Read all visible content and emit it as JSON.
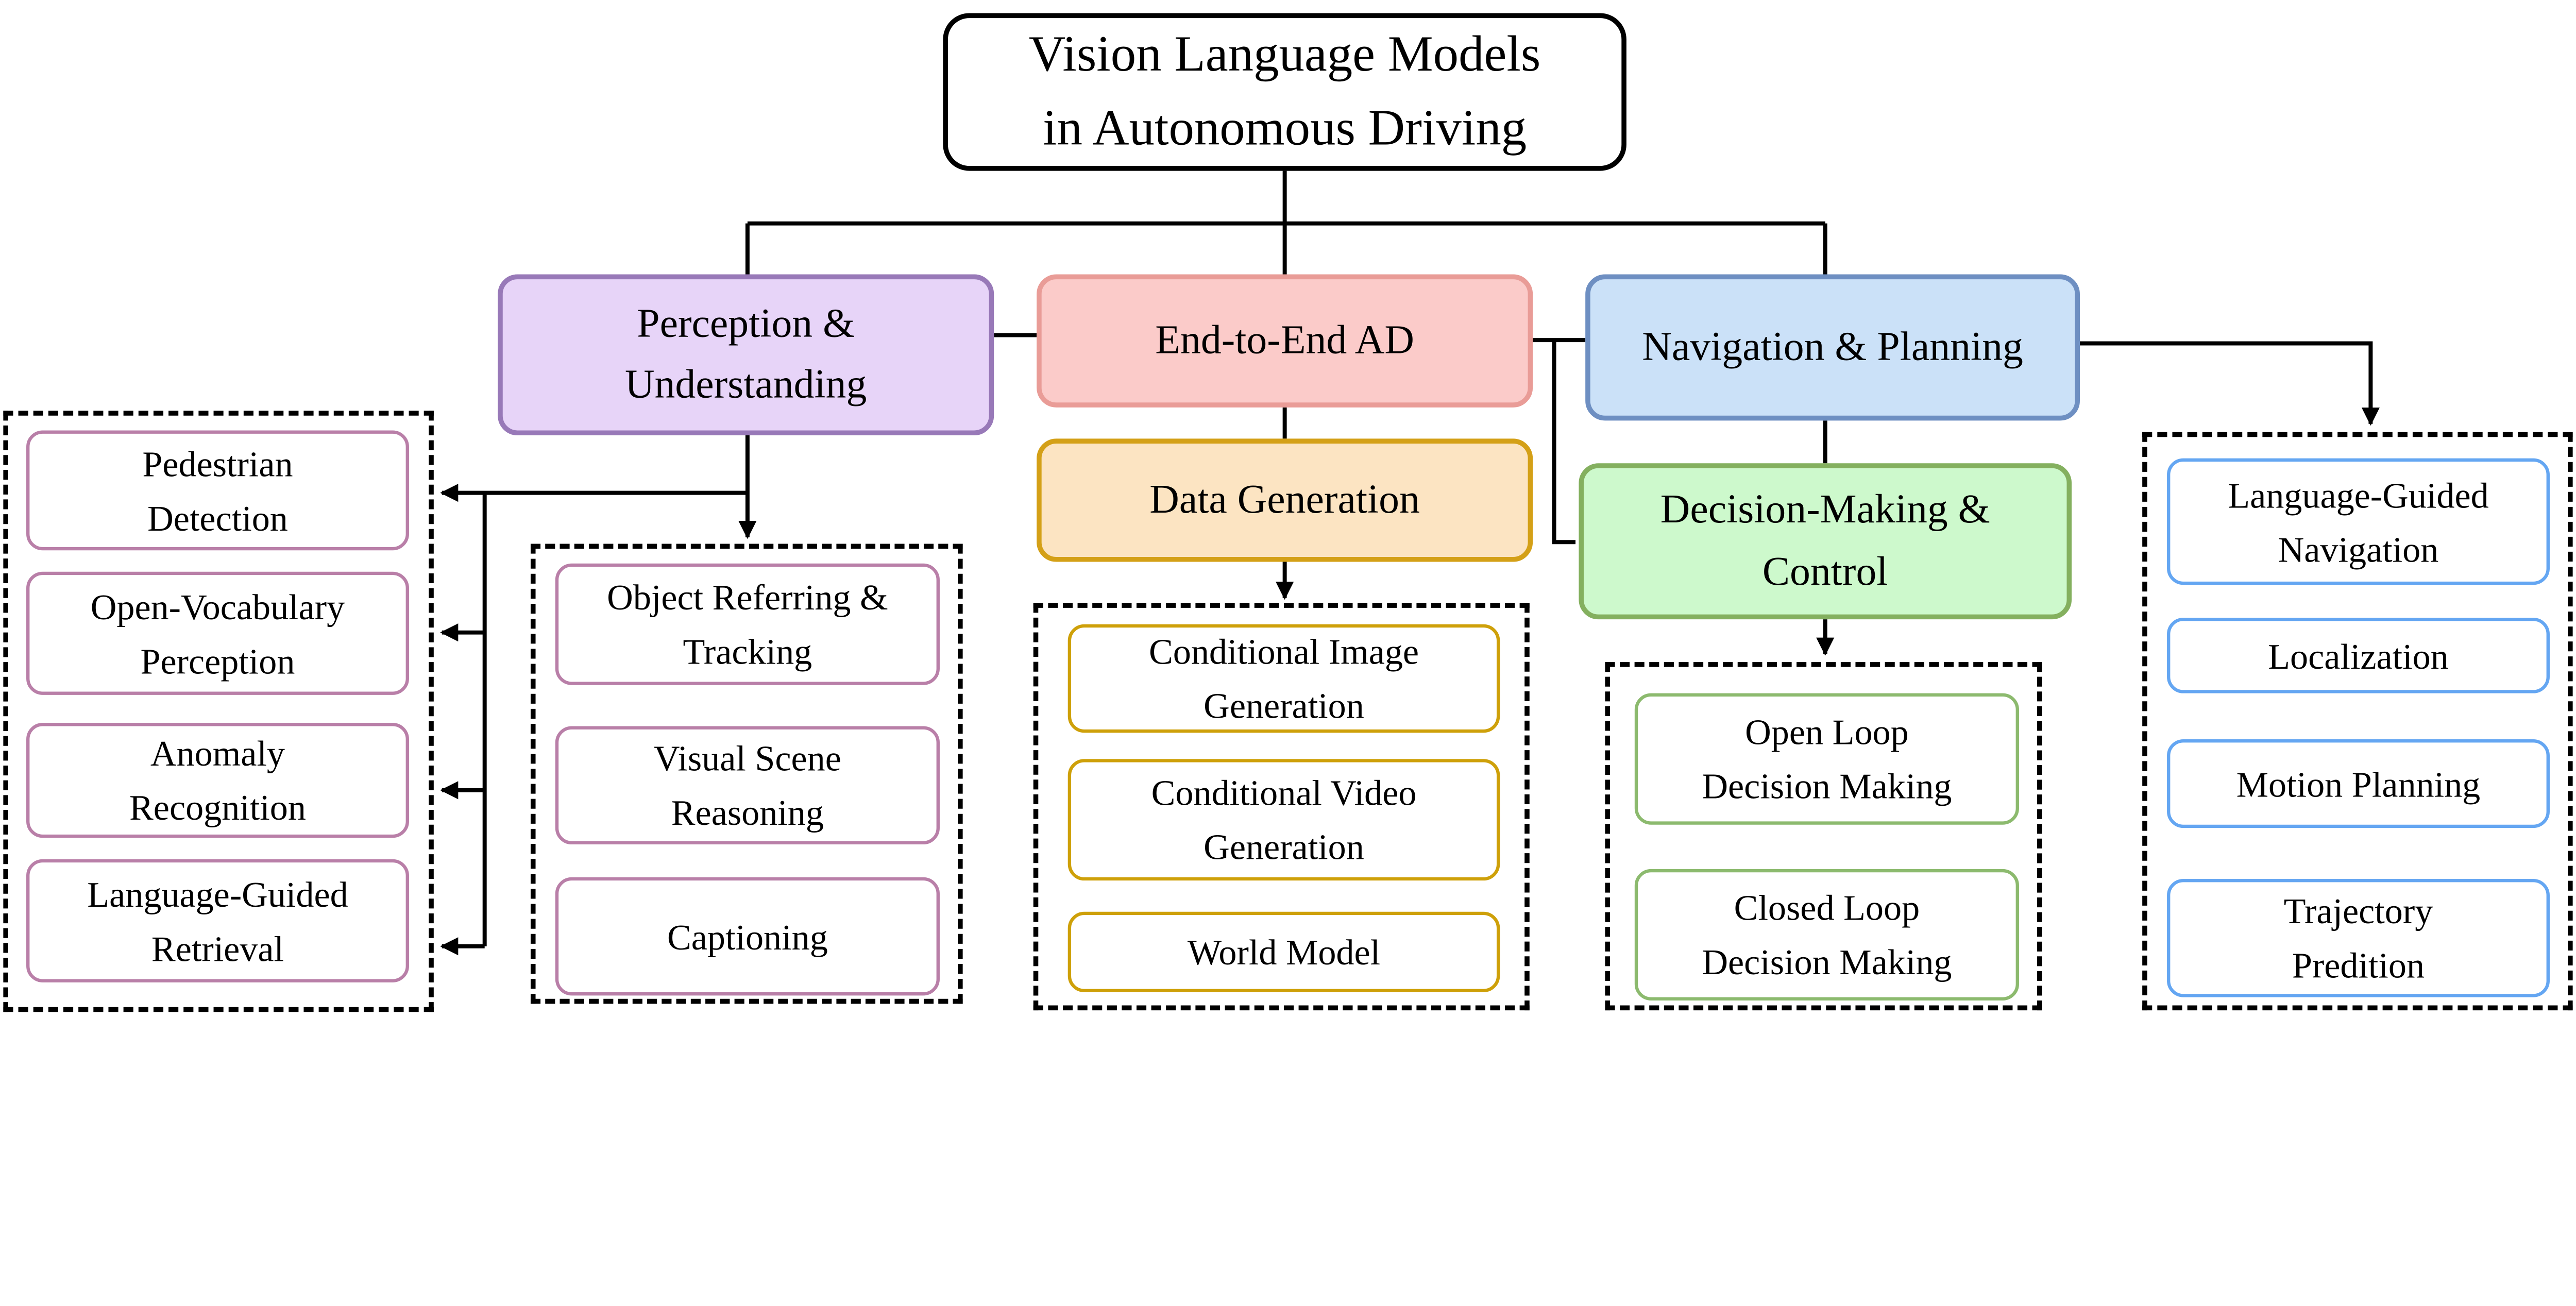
{
  "root": {
    "label": "Vision Language Models\nin Autonomous Driving"
  },
  "categories": {
    "perception": {
      "label": "Perception &\nUnderstanding"
    },
    "end_to_end": {
      "label": "End-to-End AD"
    },
    "navigation": {
      "label": "Navigation & Planning"
    },
    "data_generation": {
      "label": "Data Generation"
    },
    "decision_control": {
      "label": "Decision-Making &\nControl"
    }
  },
  "groups": {
    "perception_tasks_left": {
      "items": [
        "Pedestrian\nDetection",
        "Open-Vocabulary\nPerception",
        "Anomaly\nRecognition",
        "Language-Guided\nRetrieval"
      ]
    },
    "perception_tasks_right": {
      "items": [
        "Object Referring &\nTracking",
        "Visual Scene\nReasoning",
        "Captioning"
      ]
    },
    "data_generation_tasks": {
      "items": [
        "Conditional Image\nGeneration",
        "Conditional Video\nGeneration",
        "World Model"
      ]
    },
    "decision_tasks": {
      "items": [
        "Open Loop\nDecision Making",
        "Closed Loop\nDecision Making"
      ]
    },
    "navigation_tasks": {
      "items": [
        "Language-Guided\nNavigation",
        "Localization",
        "Motion Planning",
        "Trajectory\nPredition"
      ]
    }
  },
  "colors": {
    "perception_fill": "#E7D4F8",
    "perception_border": "#9879B8",
    "end_to_end_fill": "#FBCBC9",
    "end_to_end_border": "#E99C97",
    "navigation_fill": "#CBE1F8",
    "navigation_border": "#6E8FC2",
    "data_generation_fill": "#FCE4C2",
    "data_generation_border": "#D4A017",
    "decision_fill": "#CDF9CC",
    "decision_border": "#84B05F",
    "leaf_rose_border": "#B97FA8",
    "leaf_gold_border": "#CEA009",
    "leaf_sage_border": "#8CBA6E",
    "leaf_sky_border": "#64A6F2",
    "line": "#000000",
    "background": "#FFFFFF"
  }
}
